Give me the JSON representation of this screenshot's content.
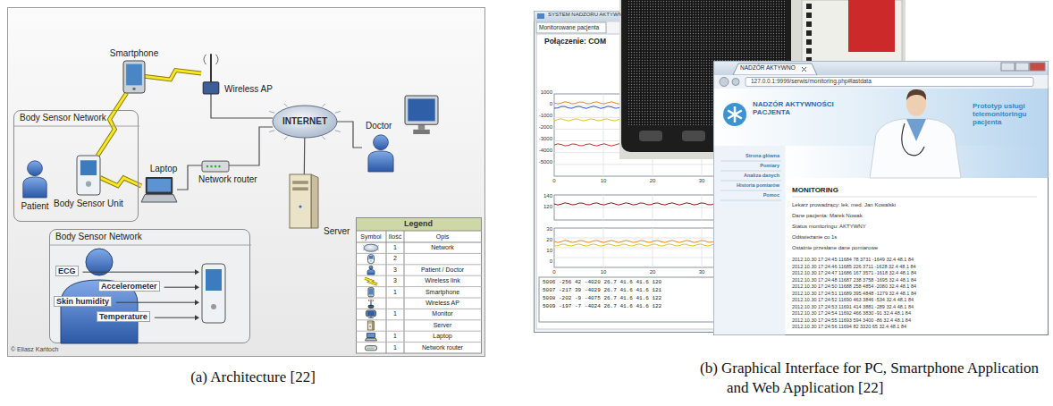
{
  "diagram": {
    "nodes": [
      {
        "text": [
          "Body Sensor Network"
        ]
      },
      {
        "text": [
          "Patient"
        ],
        "in": 0
      },
      {
        "text": [
          "Body Sensor Unit"
        ],
        "in": 0
      },
      {
        "text": [
          "Smartphone"
        ]
      },
      {
        "text": [
          "Laptop"
        ]
      },
      {
        "text": [
          "Wireless AP"
        ]
      },
      {
        "text": [
          "Network router"
        ]
      },
      {
        "text": [
          "INTERNET"
        ]
      },
      {
        "text": [
          "Server"
        ]
      },
      {
        "text": [
          "Doctor"
        ]
      },
      {
        "text": [
          "Body Sensor Network"
        ]
      },
      {
        "text": [
          "SYSTEM NADZORU AKTYWN",
          "Monitorowane pacjenta",
          "Połączenie: COM"
        ]
      },
      {
        "text": [
          "NADZÓR AKTYWNO",
          "127.0.0.1:9999/serwis/monitoring.php#lastdata",
          "NADZÓR AKTYWNOŚCI PACJENTA",
          "Prototyp usługi telemonitoringu pacjenta",
          "Strona główna",
          "Pomiary",
          "Analiza danych",
          "Historia pomiarów",
          "Pomoc",
          "MONITORING",
          "Lekarz prowadzący: lek. med. Jan Kowalski",
          "Dane pacjenta: Marek Nowak",
          "Status monitoringu: AKTYWNY",
          "Odświeżanie co 1s",
          "Ostatnie przesłane dane pomiarowe",
          "2012.10.30 17:24:45 11684 78 3731 -1649 32.4 48.1 84",
          "2012.10.30 17:24:46 11685 226 3711 -1628 32.4 48.1 84",
          "2012.10.30 17:24:47 11686 167 3571 -1618 32.4 48.1 84",
          "2012.10.30 17:24:48 11687 238 3758 -1695 32.4 48.1 84",
          "2012.10.30 17:24:50 11688 258 4854 -2080 32.4 48.1 84",
          "2012.10.30 17:24:51 11689 395 4848 -1279 32.4 48.1 84",
          "2012.10.30 17:24:52 11690 463 3846 -534 32.4 48.1 84",
          "2012.10.30 17:24:53 11691 414 3881 -289 32.4 48.1 84",
          "2012.10.30 17:24:54 11692 466 3830 -91 32.4 48.1 84",
          "2012.10.30 17:24:55 11693 594 3400 -86 32.4 48.1 84",
          "2012.10.30 17:24:56 11694 82 3320 65 32.4 48.1 84"
        ]
      }
    ],
    "edges": [
      {
        "from": 2,
        "to": 3,
        "arrow": "none"
      },
      {
        "from": 2,
        "to": 4,
        "arrow": "none"
      },
      {
        "from": 3,
        "to": 5,
        "arrow": "none"
      },
      {
        "from": 5,
        "to": 7,
        "arrow": "none"
      },
      {
        "from": 4,
        "to": 6,
        "arrow": "none"
      },
      {
        "from": 6,
        "to": 7,
        "arrow": "none"
      },
      {
        "from": 7,
        "to": 8,
        "arrow": "none"
      },
      {
        "from": 7,
        "to": 9,
        "arrow": "none"
      }
    ],
    "labels": [
      "ECG",
      "Accelerometer",
      "Skin humidity",
      "Temperature",
      "© Eliasz Kańtoch",
      "Legend",
      "Symbol",
      "Ilość",
      "Opis",
      "1",
      "2",
      "3",
      "3",
      "1",
      "1",
      "1",
      "1",
      "1000",
      "0",
      "-1000",
      "-2000",
      "-3000",
      "-4000",
      "-5000",
      "0",
      "10",
      "20",
      "30",
      "140",
      "120",
      "30",
      "20",
      "10",
      "0",
      "0",
      "10",
      "20",
      "30",
      "5006 -256 42 -4020 26.7 41.6 41.6 120",
      "5007 -217 39 -4029 26.7 41.6 41.6 121",
      "5008 -202 -9 -4075 26.7 41.6 41.6 122",
      "5009 -197 -7 -4024 26.7 41.6 41.6 122",
      "(a) Architecture [22]",
      "(b) Graphical Interface for PC, Smartphone Application and Web Application [22]"
    ],
    "legend": [
      {
        "text": "Network"
      },
      {
        "text": "Patient / Doctor"
      },
      {
        "text": "Wireless link"
      },
      {
        "text": "Smartphone"
      },
      {
        "text": "Wireless AP"
      },
      {
        "text": "Monitor"
      },
      {
        "text": "Server"
      },
      {
        "text": "Laptop"
      },
      {
        "text": "Network router"
      }
    ]
  }
}
